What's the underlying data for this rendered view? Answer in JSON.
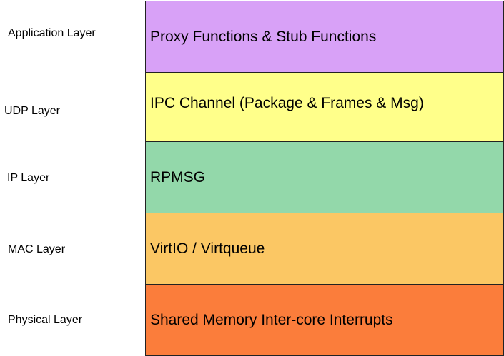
{
  "layers": [
    {
      "name": "Application Layer",
      "component": "Proxy Functions & Stub Functions",
      "color": "#D8A1F7"
    },
    {
      "name": "UDP Layer",
      "component": "IPC Channel (Package & Frames & Msg)",
      "color": "#FFFF8A"
    },
    {
      "name": "IP Layer",
      "component": "RPMSG",
      "color": "#93D8AA"
    },
    {
      "name": "MAC Layer",
      "component": "VirtIO / Virtqueue",
      "color": "#FBC764"
    },
    {
      "name": "Physical Layer",
      "component": "Shared Memory Inter-core Interrupts",
      "color": "#FB7D3B"
    }
  ]
}
